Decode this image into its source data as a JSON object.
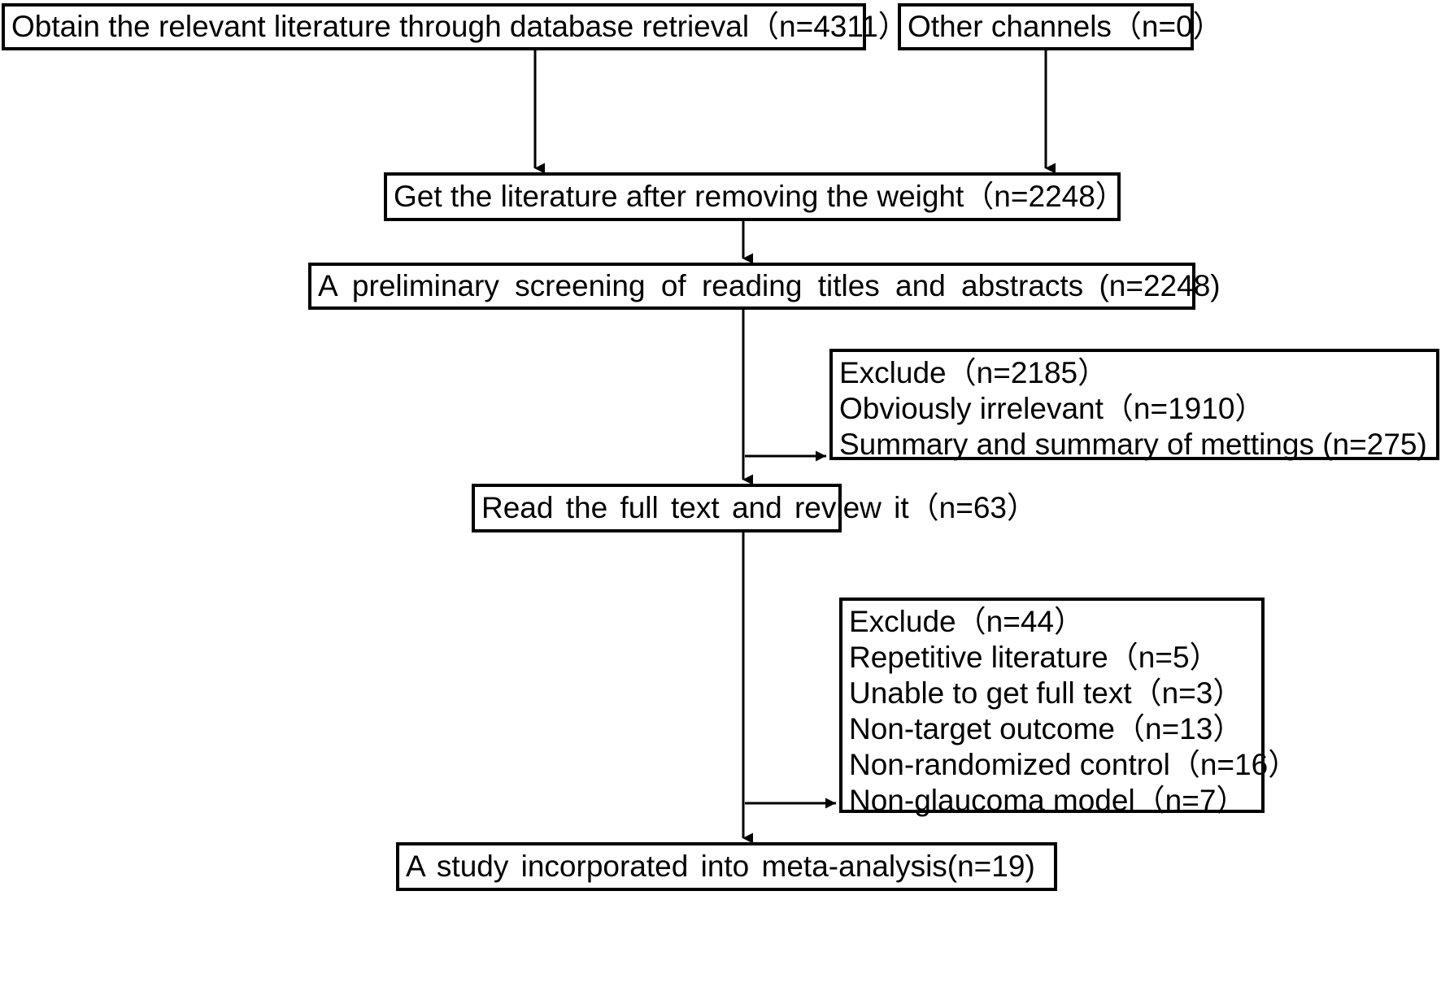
{
  "chart_data": {
    "type": "diagram",
    "title": "Literature screening flow diagram (PRISMA-style)",
    "nodes": [
      {
        "id": "database",
        "label": "Obtain the relevant literature through database retrieval（n=4311）",
        "n": 4311
      },
      {
        "id": "other",
        "label": "Other channels（n=0）",
        "n": 0
      },
      {
        "id": "dedup",
        "label": "Get the literature after removing the weight（n=2248）",
        "n": 2248
      },
      {
        "id": "screening",
        "label": "A preliminary screening of reading titles and abstracts (n=2248)",
        "n": 2248
      },
      {
        "id": "fulltext",
        "label": "Read the full text and review it（n=63）",
        "n": 63
      },
      {
        "id": "final",
        "label": "A study incorporated into meta-analysis(n=19)",
        "n": 19
      }
    ],
    "exclusion_boxes": [
      {
        "id": "exclude1",
        "lines": [
          "Exclude（n=2185）",
          "Obviously irrelevant（n=1910）",
          "Summary and summary of mettings (n=275)"
        ],
        "total": 2185,
        "reasons": [
          {
            "label": "Obviously irrelevant",
            "n": 1910
          },
          {
            "label": "Summary and summary of mettings",
            "n": 275
          }
        ]
      },
      {
        "id": "exclude2",
        "lines": [
          "Exclude（n=44）",
          "Repetitive literature（n=5）",
          "Unable to get full text（n=3）",
          "Non-target outcome（n=13）",
          "Non-randomized control（n=16）",
          "Non-glaucoma model（n=7）"
        ],
        "total": 44,
        "reasons": [
          {
            "label": "Repetitive literature",
            "n": 5
          },
          {
            "label": "Unable to get full text",
            "n": 3
          },
          {
            "label": "Non-target outcome",
            "n": 13
          },
          {
            "label": "Non-randomized control",
            "n": 16
          },
          {
            "label": "Non-glaucoma model",
            "n": 7
          }
        ]
      }
    ],
    "edges": [
      {
        "from": "database",
        "to": "dedup",
        "style": "down-arrow"
      },
      {
        "from": "other",
        "to": "dedup",
        "style": "down-arrow"
      },
      {
        "from": "dedup",
        "to": "screening",
        "style": "down-arrow"
      },
      {
        "from": "screening",
        "to": "exclude1",
        "style": "right-arrow"
      },
      {
        "from": "screening",
        "to": "fulltext",
        "style": "down-arrow"
      },
      {
        "from": "fulltext",
        "to": "exclude2",
        "style": "right-arrow"
      },
      {
        "from": "fulltext",
        "to": "final",
        "style": "down-arrow"
      }
    ],
    "colors": {
      "stroke": "#000000",
      "fill": "#ffffff",
      "text": "#000000"
    }
  },
  "boxes": {
    "database": {
      "text": "Obtain the relevant literature through database retrieval（n=4311）"
    },
    "other": {
      "text": "Other channels（n=0）"
    },
    "dedup": {
      "text": "Get the literature after removing the weight（n=2248）"
    },
    "screening": {
      "text": "A preliminary screening of reading titles and abstracts (n=2248)"
    },
    "fulltext": {
      "text": "Read the full text and review it（n=63）"
    },
    "final": {
      "text": "A study incorporated into meta-analysis(n=19)"
    },
    "exclude1": {
      "line1": "Exclude（n=2185）",
      "line2": "Obviously irrelevant（n=1910）",
      "line3": "Summary and summary of mettings (n=275)"
    },
    "exclude2": {
      "line1": "Exclude（n=44）",
      "line2": "Repetitive literature（n=5）",
      "line3": "Unable to get full text（n=3）",
      "line4": "Non-target outcome（n=13）",
      "line5": "Non-randomized control（n=16）",
      "line6": "Non-glaucoma model（n=7）"
    }
  }
}
